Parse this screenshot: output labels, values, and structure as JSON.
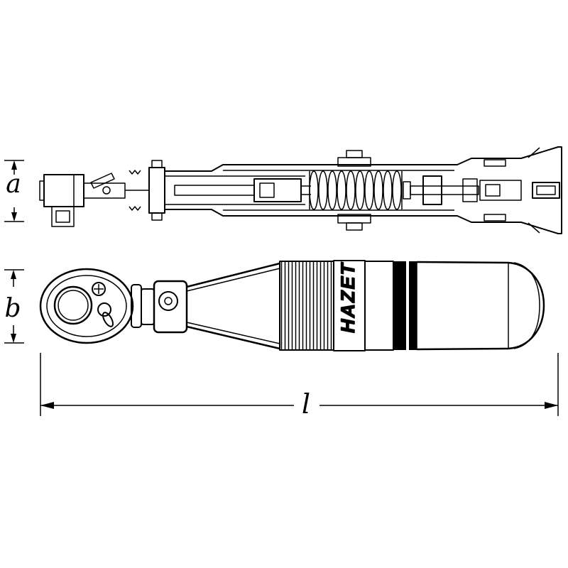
{
  "drawing": {
    "brand": "HAZET",
    "dimensions": {
      "a": "a",
      "b": "b",
      "l": "l"
    },
    "colors": {
      "line": "#000000",
      "background": "#ffffff"
    }
  }
}
